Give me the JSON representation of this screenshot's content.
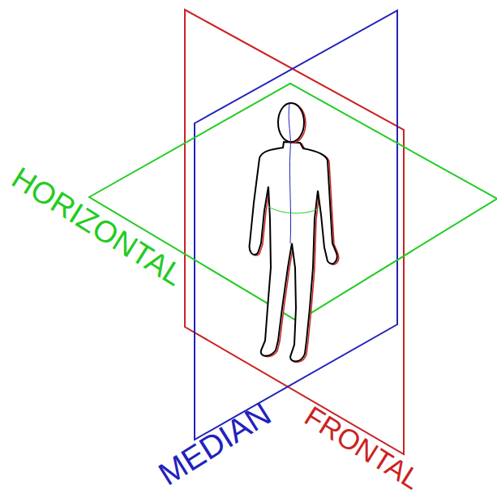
{
  "diagram": {
    "labels": [
      "HORIZONTAL",
      "MEDIAN",
      "FRONTAL"
    ]
  }
}
